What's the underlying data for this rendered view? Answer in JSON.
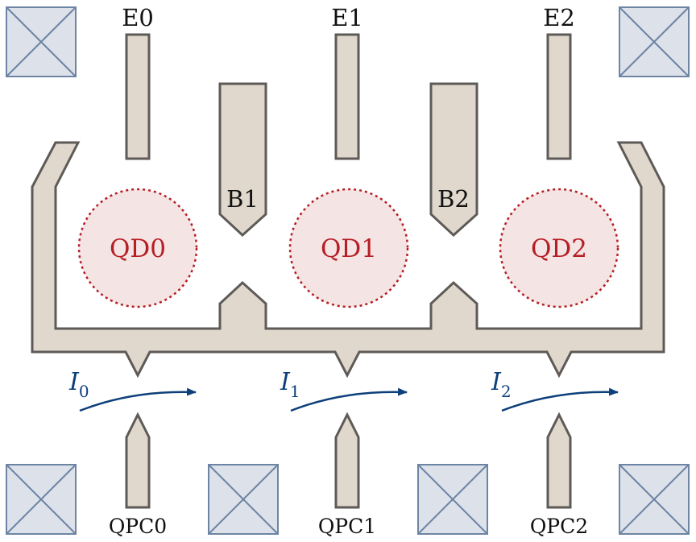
{
  "colors": {
    "gate_fill": "#e0d8cc",
    "gate_stroke": "#5e5a57",
    "pad_fill": "#dde2ea",
    "pad_stroke": "#6d84a4",
    "dot_fill": "#f5e4e4",
    "dot_stroke": "#b51e24",
    "current": "#0d3f7a"
  },
  "gate_labels": {
    "e0": "E0",
    "e1": "E1",
    "e2": "E2",
    "b1": "B1",
    "b2": "B2"
  },
  "dots": [
    {
      "label": "QD0"
    },
    {
      "label": "QD1"
    },
    {
      "label": "QD2"
    }
  ],
  "currents": [
    {
      "symbol": "I",
      "sub": "0"
    },
    {
      "symbol": "I",
      "sub": "1"
    },
    {
      "symbol": "I",
      "sub": "2"
    }
  ],
  "qpcs": [
    {
      "label": "QPC0"
    },
    {
      "label": "QPC1"
    },
    {
      "label": "QPC2"
    }
  ]
}
